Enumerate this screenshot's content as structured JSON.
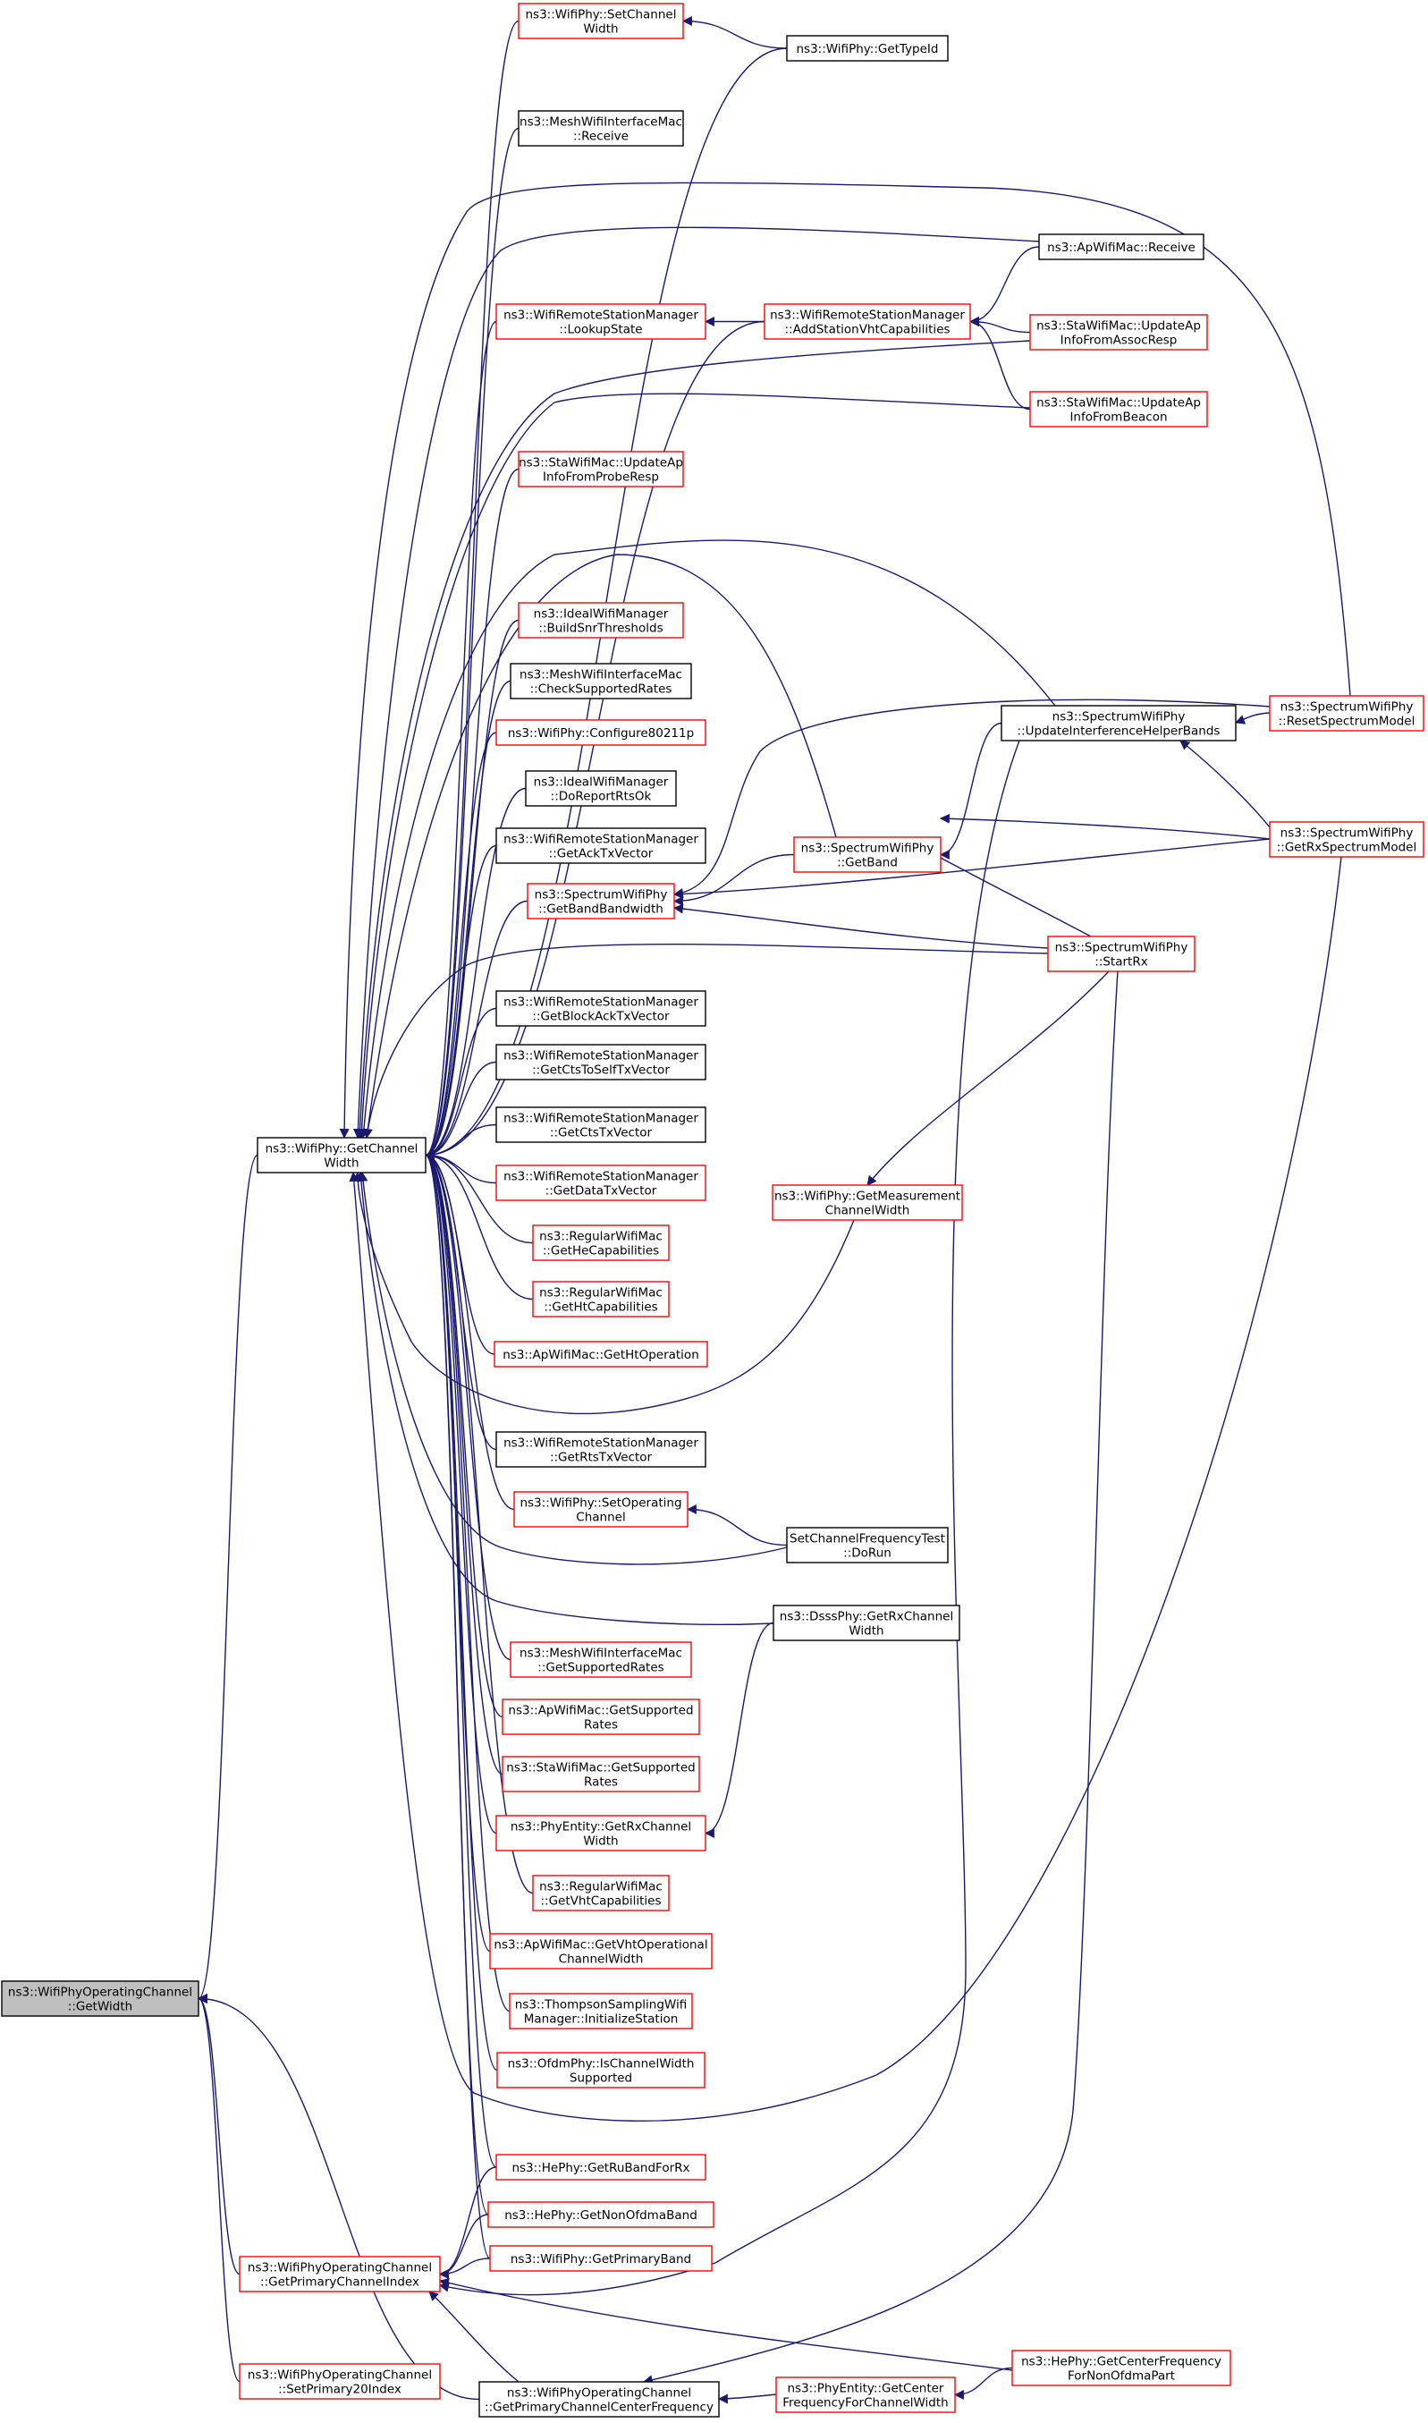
{
  "colors": {
    "edge": "#191970",
    "node_border_black": "#000000",
    "node_border_red": "#ff0000",
    "focus_fill": "#bfbfbf",
    "node_fill": "#ffffff",
    "text": "#000000"
  },
  "nodes": [
    {
      "id": "focus",
      "lines": [
        "ns3::WifiPhyOperatingChannel",
        "::GetWidth"
      ],
      "border": "black",
      "focus": true
    },
    {
      "id": "getcw",
      "lines": [
        "ns3::WifiPhy::GetChannel",
        "Width"
      ],
      "border": "black"
    },
    {
      "id": "gpci",
      "lines": [
        "ns3::WifiPhyOperatingChannel",
        "::GetPrimaryChannelIndex"
      ],
      "border": "red"
    },
    {
      "id": "sp20",
      "lines": [
        "ns3::WifiPhyOperatingChannel",
        "::SetPrimary20Index"
      ],
      "border": "red"
    },
    {
      "id": "gpccf",
      "lines": [
        "ns3::WifiPhyOperatingChannel",
        "::GetPrimaryChannelCenterFrequency"
      ],
      "border": "black"
    },
    {
      "id": "setcw",
      "lines": [
        "ns3::WifiPhy::SetChannel",
        "Width"
      ],
      "border": "red"
    },
    {
      "id": "mwim_recv",
      "lines": [
        "ns3::MeshWifiInterfaceMac",
        "::Receive"
      ],
      "border": "black"
    },
    {
      "id": "wrsm_ls",
      "lines": [
        "ns3::WifiRemoteStationManager",
        "::LookupState"
      ],
      "border": "red"
    },
    {
      "id": "sta_probe",
      "lines": [
        "ns3::StaWifiMac::UpdateAp",
        "InfoFromProbeResp"
      ],
      "border": "red"
    },
    {
      "id": "ideal_bst",
      "lines": [
        "ns3::IdealWifiManager",
        "::BuildSnrThresholds"
      ],
      "border": "red"
    },
    {
      "id": "mwim_csr",
      "lines": [
        "ns3::MeshWifiInterfaceMac",
        "::CheckSupportedRates"
      ],
      "border": "black"
    },
    {
      "id": "cfg80211p",
      "lines": [
        "ns3::WifiPhy::Configure80211p"
      ],
      "border": "red"
    },
    {
      "id": "ideal_drr",
      "lines": [
        "ns3::IdealWifiManager",
        "::DoReportRtsOk"
      ],
      "border": "black"
    },
    {
      "id": "wrsm_ack",
      "lines": [
        "ns3::WifiRemoteStationManager",
        "::GetAckTxVector"
      ],
      "border": "black"
    },
    {
      "id": "swp_gbb",
      "lines": [
        "ns3::SpectrumWifiPhy",
        "::GetBandBandwidth"
      ],
      "border": "red"
    },
    {
      "id": "wrsm_back",
      "lines": [
        "ns3::WifiRemoteStationManager",
        "::GetBlockAckTxVector"
      ],
      "border": "black"
    },
    {
      "id": "wrsm_ctss",
      "lines": [
        "ns3::WifiRemoteStationManager",
        "::GetCtsToSelfTxVector"
      ],
      "border": "black"
    },
    {
      "id": "wrsm_cts",
      "lines": [
        "ns3::WifiRemoteStationManager",
        "::GetCtsTxVector"
      ],
      "border": "black"
    },
    {
      "id": "wrsm_data",
      "lines": [
        "ns3::WifiRemoteStationManager",
        "::GetDataTxVector"
      ],
      "border": "red"
    },
    {
      "id": "rwm_he",
      "lines": [
        "ns3::RegularWifiMac",
        "::GetHeCapabilities"
      ],
      "border": "red"
    },
    {
      "id": "rwm_ht",
      "lines": [
        "ns3::RegularWifiMac",
        "::GetHtCapabilities"
      ],
      "border": "red"
    },
    {
      "id": "ap_htop",
      "lines": [
        "ns3::ApWifiMac::GetHtOperation"
      ],
      "border": "red"
    },
    {
      "id": "wrsm_rts",
      "lines": [
        "ns3::WifiRemoteStationManager",
        "::GetRtsTxVector"
      ],
      "border": "black"
    },
    {
      "id": "setop",
      "lines": [
        "ns3::WifiPhy::SetOperating",
        "Channel"
      ],
      "border": "red"
    },
    {
      "id": "mwim_gsr",
      "lines": [
        "ns3::MeshWifiInterfaceMac",
        "::GetSupportedRates"
      ],
      "border": "red"
    },
    {
      "id": "ap_gsr",
      "lines": [
        "ns3::ApWifiMac::GetSupported",
        "Rates"
      ],
      "border": "red"
    },
    {
      "id": "sta_gsr",
      "lines": [
        "ns3::StaWifiMac::GetSupported",
        "Rates"
      ],
      "border": "red"
    },
    {
      "id": "pe_grxcw",
      "lines": [
        "ns3::PhyEntity::GetRxChannel",
        "Width"
      ],
      "border": "red"
    },
    {
      "id": "rwm_vht",
      "lines": [
        "ns3::RegularWifiMac",
        "::GetVhtCapabilities"
      ],
      "border": "red"
    },
    {
      "id": "ap_vhtop",
      "lines": [
        "ns3::ApWifiMac::GetVhtOperational",
        "ChannelWidth"
      ],
      "border": "red"
    },
    {
      "id": "tsw_init",
      "lines": [
        "ns3::ThompsonSamplingWifi",
        "Manager::InitializeStation"
      ],
      "border": "red"
    },
    {
      "id": "ofdm_icws",
      "lines": [
        "ns3::OfdmPhy::IsChannelWidth",
        "Supported"
      ],
      "border": "red"
    },
    {
      "id": "he_rub",
      "lines": [
        "ns3::HePhy::GetRuBandForRx"
      ],
      "border": "red"
    },
    {
      "id": "he_nonofdma",
      "lines": [
        "ns3::HePhy::GetNonOfdmaBand"
      ],
      "border": "red"
    },
    {
      "id": "wp_gpb",
      "lines": [
        "ns3::WifiPhy::GetPrimaryBand"
      ],
      "border": "red"
    },
    {
      "id": "wp_typeid",
      "lines": [
        "ns3::WifiPhy::GetTypeId"
      ],
      "border": "black"
    },
    {
      "id": "wrsm_asvc",
      "lines": [
        "ns3::WifiRemoteStationManager",
        "::AddStationVhtCapabilities"
      ],
      "border": "red"
    },
    {
      "id": "swp_gb",
      "lines": [
        "ns3::SpectrumWifiPhy",
        "::GetBand"
      ],
      "border": "red"
    },
    {
      "id": "wp_gmcw",
      "lines": [
        "ns3::WifiPhy::GetMeasurement",
        "ChannelWidth"
      ],
      "border": "red"
    },
    {
      "id": "scft_dorun",
      "lines": [
        "SetChannelFrequencyTest",
        "::DoRun"
      ],
      "border": "black"
    },
    {
      "id": "dsss_grxcw",
      "lines": [
        "ns3::DsssPhy::GetRxChannel",
        "Width"
      ],
      "border": "black"
    },
    {
      "id": "pe_gcf",
      "lines": [
        "ns3::PhyEntity::GetCenter",
        "FrequencyForChannelWidth"
      ],
      "border": "red"
    },
    {
      "id": "ap_recv",
      "lines": [
        "ns3::ApWifiMac::Receive"
      ],
      "border": "black"
    },
    {
      "id": "sta_assoc",
      "lines": [
        "ns3::StaWifiMac::UpdateAp",
        "InfoFromAssocResp"
      ],
      "border": "red"
    },
    {
      "id": "sta_beacon",
      "lines": [
        "ns3::StaWifiMac::UpdateAp",
        "InfoFromBeacon"
      ],
      "border": "red"
    },
    {
      "id": "swp_uihb",
      "lines": [
        "ns3::SpectrumWifiPhy",
        "::UpdateInterferenceHelperBands"
      ],
      "border": "black"
    },
    {
      "id": "swp_startrx",
      "lines": [
        "ns3::SpectrumWifiPhy",
        "::StartRx"
      ],
      "border": "red"
    },
    {
      "id": "he_gcf",
      "lines": [
        "ns3::HePhy::GetCenterFrequency",
        "ForNonOfdmaPart"
      ],
      "border": "red"
    },
    {
      "id": "swp_rsm",
      "lines": [
        "ns3::SpectrumWifiPhy",
        "::ResetSpectrumModel"
      ],
      "border": "red"
    },
    {
      "id": "swp_grxsm",
      "lines": [
        "ns3::SpectrumWifiPhy",
        "::GetRxSpectrumModel"
      ],
      "border": "red"
    }
  ],
  "edges": [
    [
      "getcw",
      "focus"
    ],
    [
      "gpci",
      "focus"
    ],
    [
      "sp20",
      "focus"
    ],
    [
      "gpccf",
      "focus"
    ],
    [
      "setcw",
      "getcw"
    ],
    [
      "wp_typeid",
      "getcw"
    ],
    [
      "mwim_recv",
      "getcw"
    ],
    [
      "ap_recv",
      "getcw"
    ],
    [
      "wrsm_asvc",
      "getcw"
    ],
    [
      "wrsm_ls",
      "getcw"
    ],
    [
      "sta_assoc",
      "getcw"
    ],
    [
      "sta_beacon",
      "getcw"
    ],
    [
      "sta_probe",
      "getcw"
    ],
    [
      "swp_gb",
      "getcw"
    ],
    [
      "swp_uihb",
      "getcw"
    ],
    [
      "swp_rsm",
      "getcw"
    ],
    [
      "ideal_bst",
      "getcw"
    ],
    [
      "mwim_csr",
      "getcw"
    ],
    [
      "cfg80211p",
      "getcw"
    ],
    [
      "ideal_drr",
      "getcw"
    ],
    [
      "wrsm_ack",
      "getcw"
    ],
    [
      "swp_gbb",
      "getcw"
    ],
    [
      "swp_startrx",
      "getcw"
    ],
    [
      "wrsm_back",
      "getcw"
    ],
    [
      "wrsm_ctss",
      "getcw"
    ],
    [
      "wrsm_cts",
      "getcw"
    ],
    [
      "wrsm_data",
      "getcw"
    ],
    [
      "rwm_he",
      "getcw"
    ],
    [
      "rwm_ht",
      "getcw"
    ],
    [
      "ap_htop",
      "getcw"
    ],
    [
      "wp_gmcw",
      "getcw"
    ],
    [
      "wrsm_rts",
      "getcw"
    ],
    [
      "setop",
      "getcw"
    ],
    [
      "scft_dorun",
      "getcw"
    ],
    [
      "dsss_grxcw",
      "getcw"
    ],
    [
      "mwim_gsr",
      "getcw"
    ],
    [
      "ap_gsr",
      "getcw"
    ],
    [
      "sta_gsr",
      "getcw"
    ],
    [
      "pe_grxcw",
      "getcw"
    ],
    [
      "rwm_vht",
      "getcw"
    ],
    [
      "ap_vhtop",
      "getcw"
    ],
    [
      "tsw_init",
      "getcw"
    ],
    [
      "ofdm_icws",
      "getcw"
    ],
    [
      "swp_grxsm",
      "getcw"
    ],
    [
      "he_rub",
      "getcw"
    ],
    [
      "he_nonofdma",
      "getcw"
    ],
    [
      "wp_gpb",
      "getcw"
    ],
    [
      "wp_typeid",
      "setcw"
    ],
    [
      "wrsm_asvc",
      "wrsm_ls"
    ],
    [
      "ap_recv",
      "wrsm_asvc"
    ],
    [
      "sta_assoc",
      "wrsm_asvc"
    ],
    [
      "sta_beacon",
      "wrsm_asvc"
    ],
    [
      "swp_gb",
      "swp_gbb"
    ],
    [
      "swp_rsm",
      "swp_gbb"
    ],
    [
      "swp_grxsm",
      "swp_gbb"
    ],
    [
      "swp_startrx",
      "swp_gbb"
    ],
    [
      "swp_uihb",
      "swp_gb"
    ],
    [
      "swp_grxsm",
      "swp_gb"
    ],
    [
      "swp_startrx",
      "swp_gb"
    ],
    [
      "swp_rsm",
      "swp_uihb"
    ],
    [
      "swp_grxsm",
      "swp_uihb"
    ],
    [
      "swp_startrx",
      "wp_gmcw"
    ],
    [
      "scft_dorun",
      "setop"
    ],
    [
      "dsss_grxcw",
      "pe_grxcw"
    ],
    [
      "he_rub",
      "gpci"
    ],
    [
      "he_nonofdma",
      "gpci"
    ],
    [
      "wp_gpb",
      "gpci"
    ],
    [
      "swp_uihb",
      "gpci"
    ],
    [
      "he_gcf",
      "gpci"
    ],
    [
      "gpccf",
      "gpci"
    ],
    [
      "swp_startrx",
      "gpccf"
    ],
    [
      "pe_gcf",
      "gpccf"
    ],
    [
      "he_gcf",
      "pe_gcf"
    ]
  ]
}
